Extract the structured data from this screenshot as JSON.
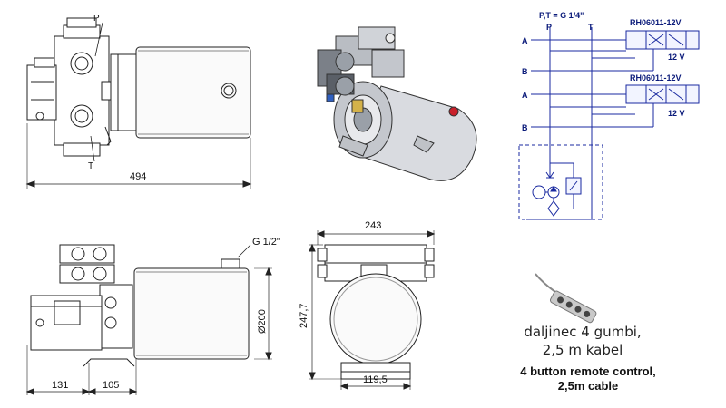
{
  "labels": {
    "port_p": "P",
    "port_t": "T",
    "length_494": "494",
    "width_243": "243",
    "height_247": "247,7",
    "dia_200": "Ø200",
    "thread": "G 1/2\"",
    "dim_131": "131",
    "dim_105": "105",
    "dim_119": "119,5"
  },
  "schematic": {
    "header": "P,T = G 1/4\"",
    "col_p": "P",
    "col_t": "T",
    "valve1": "RH06011-12V",
    "valve2": "RH06011-12V",
    "voltage1": "12 V",
    "voltage2": "12 V",
    "a1": "A",
    "b1": "B",
    "a2": "A",
    "b2": "B",
    "colors": {
      "line": "#1a2aa0",
      "fill": "#f2f4ff"
    }
  },
  "remote": {
    "caption_local": [
      "daljinec 4 gumbi,",
      "2,5 m kabel"
    ],
    "caption_en": [
      "4 button remote control,",
      "2,5m cable"
    ]
  }
}
